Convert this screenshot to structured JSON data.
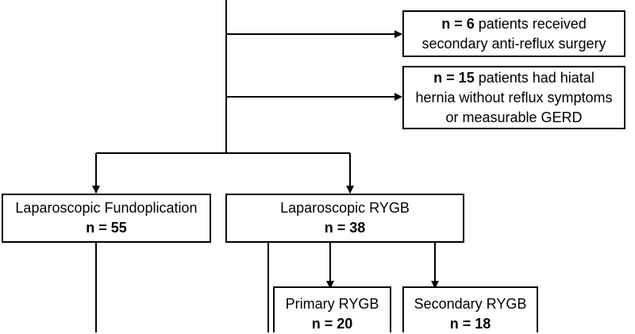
{
  "excluded": [
    {
      "n_label": "n = 6",
      "lines": [
        " patients received",
        "secondary anti-reflux surgery"
      ]
    },
    {
      "n_label": "n = 15",
      "lines": [
        " patients had hiatal",
        "hernia without reflux symptoms",
        "or measurable GERD"
      ]
    }
  ],
  "groups": {
    "fundoplication": {
      "title": "Laparoscopic Fundoplication",
      "n": "n = 55"
    },
    "rygb": {
      "title": "Laparoscopic RYGB",
      "n": "n = 38"
    }
  },
  "subgroups": {
    "primary": {
      "title": "Primary RYGB",
      "n": "n = 20"
    },
    "secondary": {
      "title": "Secondary RYGB",
      "n": "n = 18"
    }
  },
  "colors": {
    "line": "#000000",
    "box_border": "#000000",
    "background": "#ffffff"
  }
}
